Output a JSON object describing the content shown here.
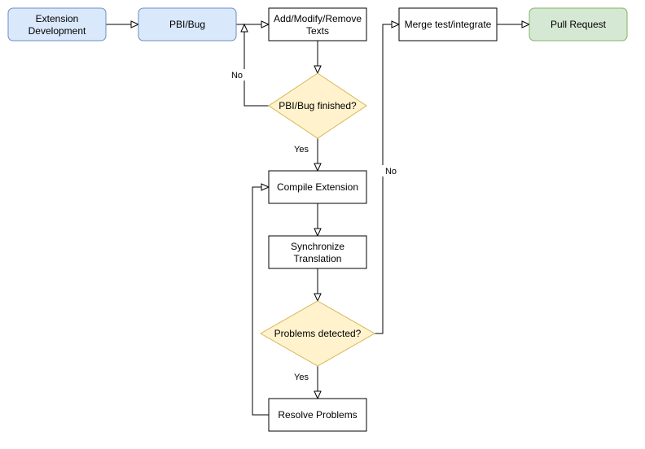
{
  "nodes": {
    "extension_development": {
      "lines": [
        "Extension",
        "Development"
      ]
    },
    "pbi_bug": {
      "lines": [
        "PBI/Bug"
      ]
    },
    "add_modify_remove": {
      "lines": [
        "Add/Modify/Remove",
        "Texts"
      ]
    },
    "pbi_bug_finished": {
      "lines": [
        "PBI/Bug finished?"
      ]
    },
    "compile_extension": {
      "lines": [
        "Compile Extension"
      ]
    },
    "synchronize_translation": {
      "lines": [
        "Synchronize",
        "Translation"
      ]
    },
    "problems_detected": {
      "lines": [
        "Problems detected?"
      ]
    },
    "resolve_problems": {
      "lines": [
        "Resolve Problems"
      ]
    },
    "merge_test": {
      "lines": [
        "Merge test/integrate"
      ]
    },
    "pull_request": {
      "lines": [
        "Pull Request"
      ]
    }
  },
  "edge_labels": {
    "finished_no": "No",
    "finished_yes": "Yes",
    "problems_no": "No",
    "problems_yes": "Yes"
  },
  "colors": {
    "blue_fill": "#dae8fc",
    "blue_stroke": "#6c8ebf",
    "green_fill": "#d5e8d4",
    "green_stroke": "#82b366",
    "yellow_fill": "#fff2cc",
    "yellow_stroke": "#d6b656",
    "plain_fill": "#ffffff",
    "plain_stroke": "#000000"
  }
}
